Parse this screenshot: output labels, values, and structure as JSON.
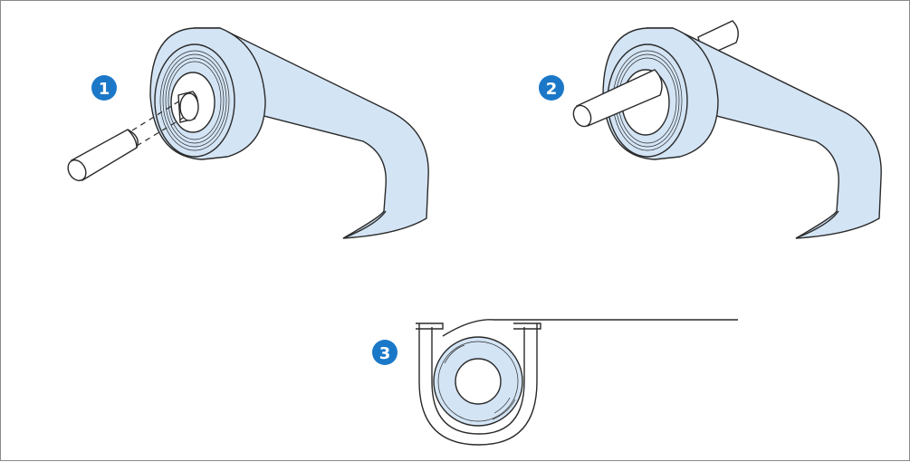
{
  "steps": [
    {
      "number": "1",
      "description": "shaft-inserted-into-paper-roll-core"
    },
    {
      "number": "2",
      "description": "roll-mounted-on-shaft"
    },
    {
      "number": "3",
      "description": "roll-placed-in-holder-side-view"
    }
  ],
  "colors": {
    "badge": "#1b78c8",
    "paper_fill": "#d3e4f5",
    "outline": "#2a2a2a",
    "frame": "#8a8a8a"
  }
}
